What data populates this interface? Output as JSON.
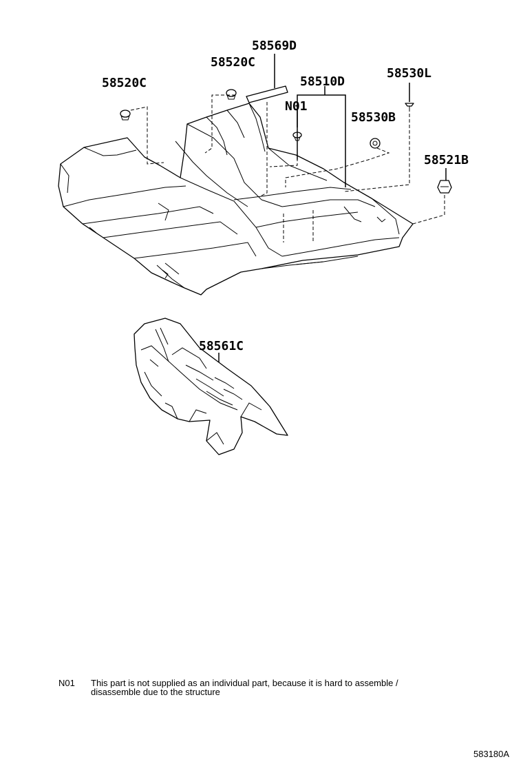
{
  "callouts": {
    "p58569D": "58569D",
    "p58520C_top": "58520C",
    "p58520C_left": "58520C",
    "p58510D": "58510D",
    "p58530L": "58530L",
    "pN01": "N01",
    "p58530B": "58530B",
    "p58521B": "58521B",
    "p58561C": "58561C"
  },
  "note": {
    "code": "N01",
    "line1": "This part is not supplied as an individual part, because it is hard to assemble /",
    "line2": "disassemble due to the structure"
  },
  "figure_id": "583180A"
}
